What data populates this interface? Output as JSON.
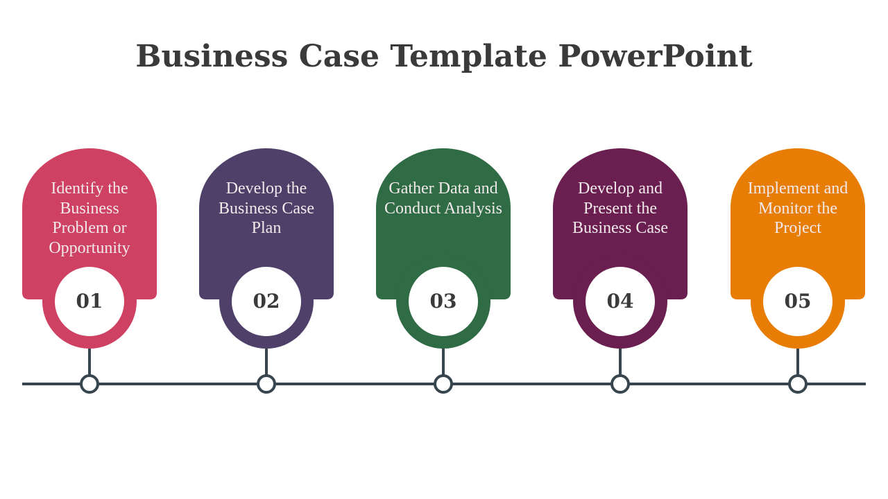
{
  "title": "Business Case Template PowerPoint",
  "steps": [
    {
      "number": "01",
      "text": "Identify the Business Problem or Opportunity",
      "color": "#cf4163"
    },
    {
      "number": "02",
      "text": "Develop the Business Case Plan",
      "color": "#4f4069"
    },
    {
      "number": "03",
      "text": "Gather Data and Conduct Analysis",
      "color": "#2f6b45"
    },
    {
      "number": "04",
      "text": "Develop and Present the Business Case",
      "color": "#6a1f50"
    },
    {
      "number": "05",
      "text": "Implement and Monitor the Project",
      "color": "#e87d05"
    }
  ],
  "timeline_color": "#37454f"
}
